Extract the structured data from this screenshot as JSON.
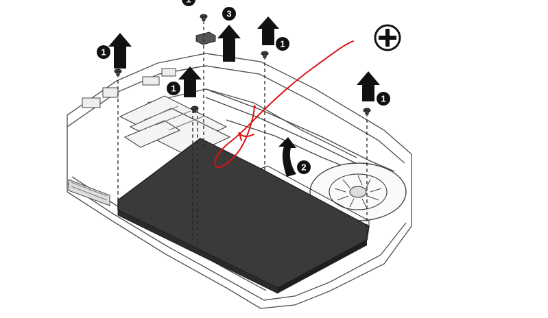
{
  "diagram": {
    "callouts": {
      "screw_left": "1",
      "screw_top_partial": "1",
      "bracket": "3",
      "screw_top_center": "1",
      "screw_mid": "1",
      "screw_right": "1",
      "battery_lift": "2"
    },
    "screwdriver_symbol": "phillips-screwdriver-icon",
    "annotation_color": "#e01010",
    "battery_color": "#3a3a3a",
    "line_color": "#444444"
  }
}
